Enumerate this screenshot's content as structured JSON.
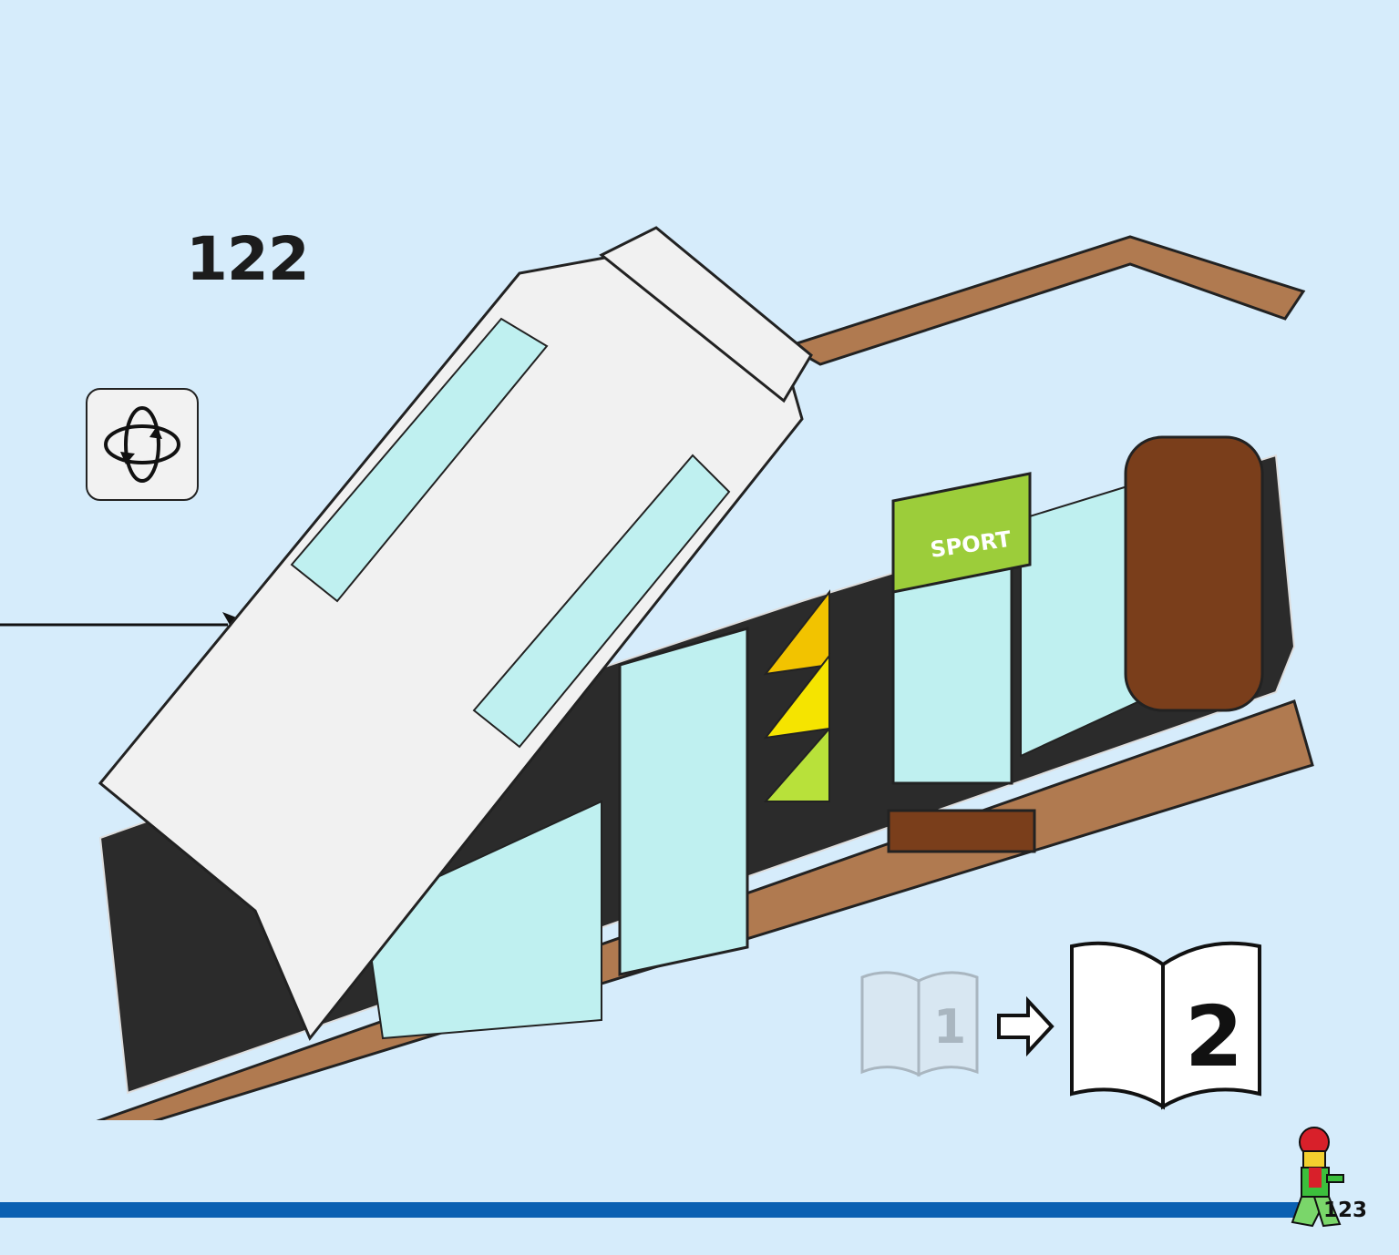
{
  "instruction": {
    "step_number": "122",
    "rotate_icon": "rotate-model-icon",
    "pointer_icon": "arrow-right-icon",
    "model_icon": "lego-sport-shop-model",
    "decal_text": "SPORT"
  },
  "book_flow": {
    "from_book": "1",
    "to_book": "2",
    "icon": "arrow-right-outline-icon"
  },
  "footer": {
    "page_number": "123",
    "mascot_icon": "minifigure-walking-icon",
    "bar_color": "#0a60b2"
  },
  "colors": {
    "background": "#d6ecfb",
    "brick_dark": "#2b2b2b",
    "brick_brown": "#b07a50",
    "glass": "#bff0f0",
    "roof": "#f1f1f1"
  }
}
